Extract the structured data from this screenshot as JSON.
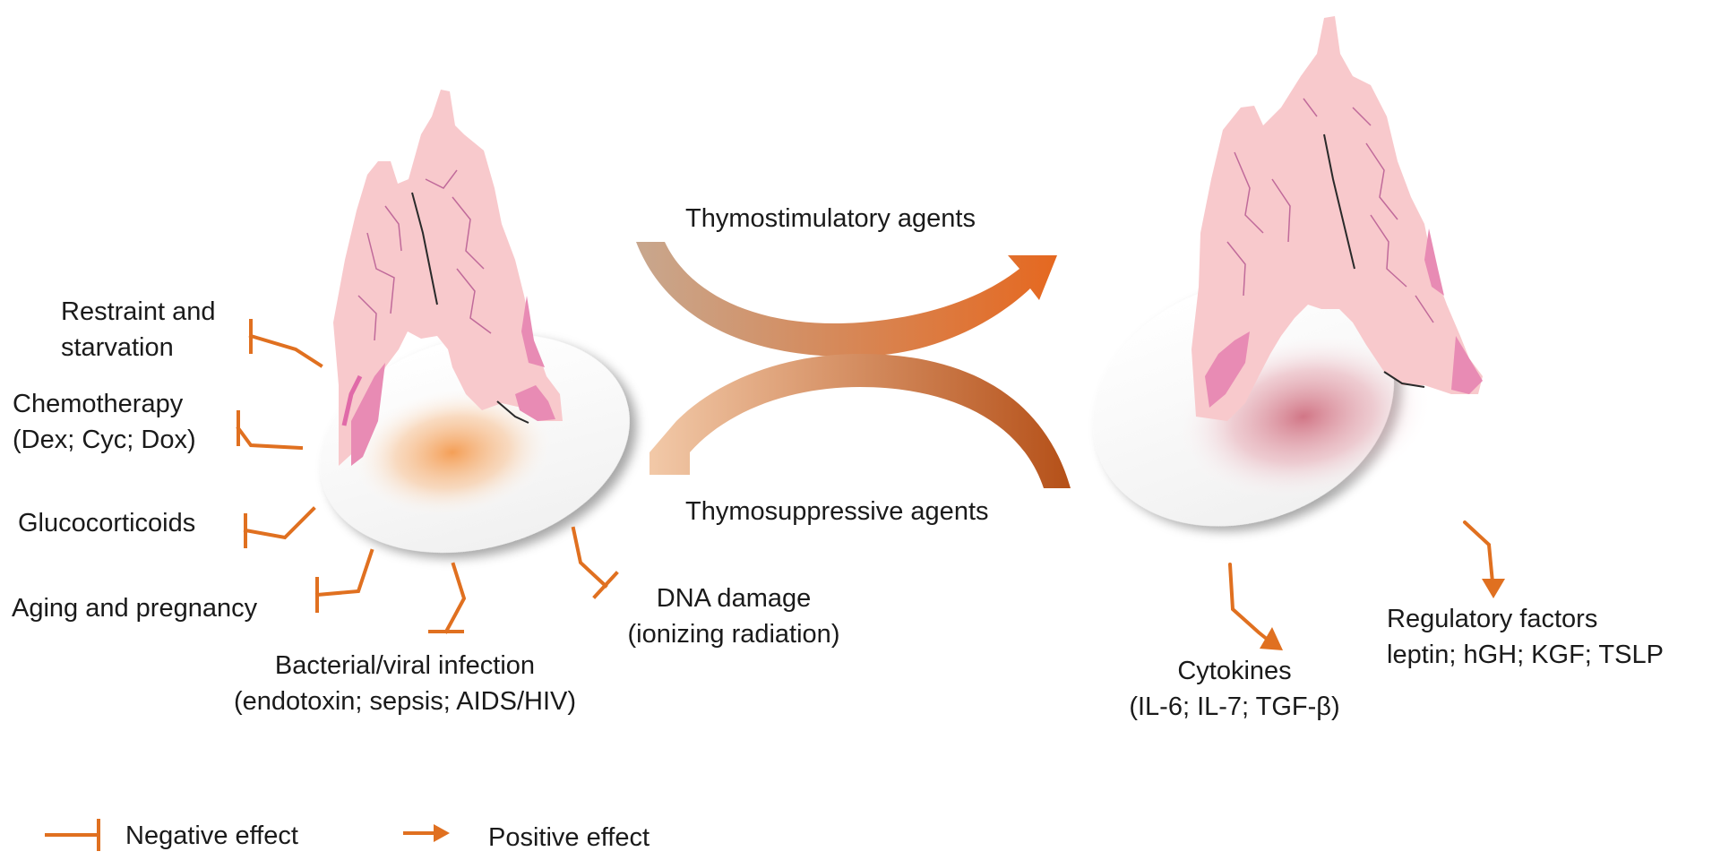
{
  "colors": {
    "inhibit": "#e07020",
    "activate": "#e07020",
    "thymus_fill": "#f8c9cc",
    "thymus_dark": "#e06aa8",
    "thymus_line": "#c06a9a",
    "left_glow": "#f4a05a",
    "right_glow": "#d27584",
    "arrow_up_start": "#c8a78e",
    "arrow_up_end": "#e56820",
    "arrow_down_start": "#f2c9a8",
    "arrow_down_end": "#b55018"
  },
  "center": {
    "top_label": "Thymostimulatory agents",
    "bottom_label": "Thymosuppressive agents"
  },
  "left_factors": {
    "restraint": [
      "Restraint and",
      "starvation"
    ],
    "chemo": [
      "Chemotherapy",
      "(Dex; Cyc; Dox)"
    ],
    "glucocorticoids": [
      "Glucocorticoids"
    ],
    "aging": [
      "Aging and pregnancy"
    ],
    "infection": [
      "Bacterial/viral infection",
      "(endotoxin; sepsis; AIDS/HIV)"
    ],
    "dna": [
      "DNA damage",
      "(ionizing radiation)"
    ]
  },
  "right_factors": {
    "cytokines": [
      "Cytokines",
      "(IL-6; IL-7; TGF-β)"
    ],
    "regulatory": [
      "Regulatory factors",
      "leptin; hGH; KGF; TSLP"
    ]
  },
  "legend": {
    "negative": "Negative effect",
    "positive": "Positive effect"
  }
}
